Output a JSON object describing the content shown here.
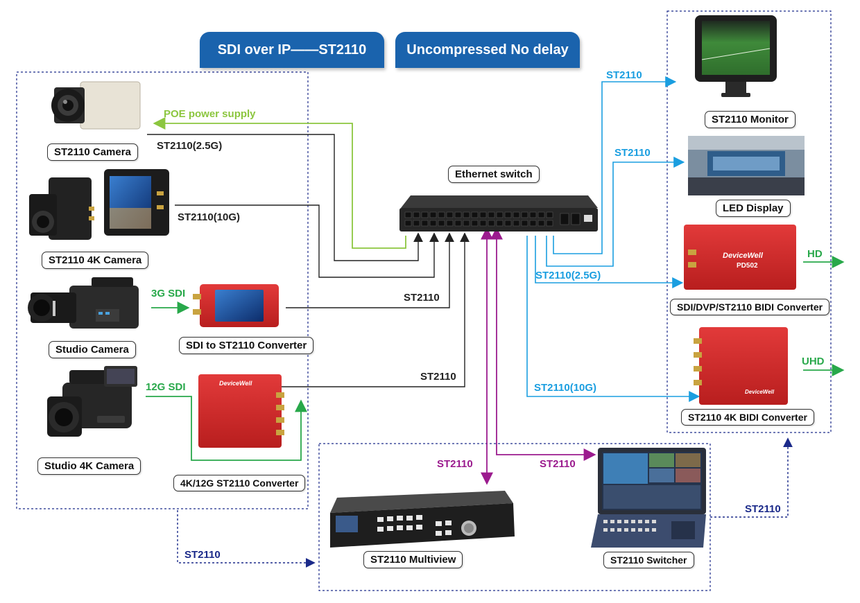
{
  "banners": {
    "left": "SDI over IP——ST2110",
    "right": "Uncompressed No delay"
  },
  "devices": {
    "st2110_camera": "ST2110 Camera",
    "st2110_4k_camera": "ST2110 4K Camera",
    "studio_camera": "Studio Camera",
    "studio_4k_camera": "Studio 4K Camera",
    "sdi_converter": "SDI to ST2110 Converter",
    "converter_4k": "4K/12G ST2110 Converter",
    "switch": "Ethernet switch",
    "monitor": "ST2110 Monitor",
    "led": "LED Display",
    "bidi": "SDI/DVP/ST2110 BIDI Converter",
    "bidi_4k": "ST2110 4K BIDI Converter",
    "multiview": "ST2110 Multiview",
    "switcher": "ST2110 Switcher"
  },
  "connections": {
    "poe": "POE power supply",
    "cam_link": "ST2110(2.5G)",
    "cam4k_link": "ST2110(10G)",
    "sdi3g": "3G SDI",
    "sdi12g": "12G SDI",
    "conv_link": "ST2110",
    "conv4k_link": "ST2110",
    "to_monitor": "ST2110",
    "to_led": "ST2110",
    "to_bidi": "ST2110(2.5G)",
    "to_bidi4k": "ST2110(10G)",
    "hd_out": "HD",
    "uhd_out": "UHD",
    "to_multiview": "ST2110",
    "to_switcher": "ST2110",
    "left_to_multiview": "ST2110",
    "switcher_to_right": "ST2110"
  },
  "device_text": {
    "brand": "DeviceWell",
    "bidi_model": "PD502"
  },
  "colors": {
    "banner": "#1a63ad",
    "black_line": "#222222",
    "blue_line": "#1a9ee0",
    "green_line": "#28a84a",
    "poe_line": "#8cc63f",
    "purple_line": "#9b1b8e",
    "navy_dotted": "#1b2a8a",
    "device_red": "#d42a2a"
  }
}
